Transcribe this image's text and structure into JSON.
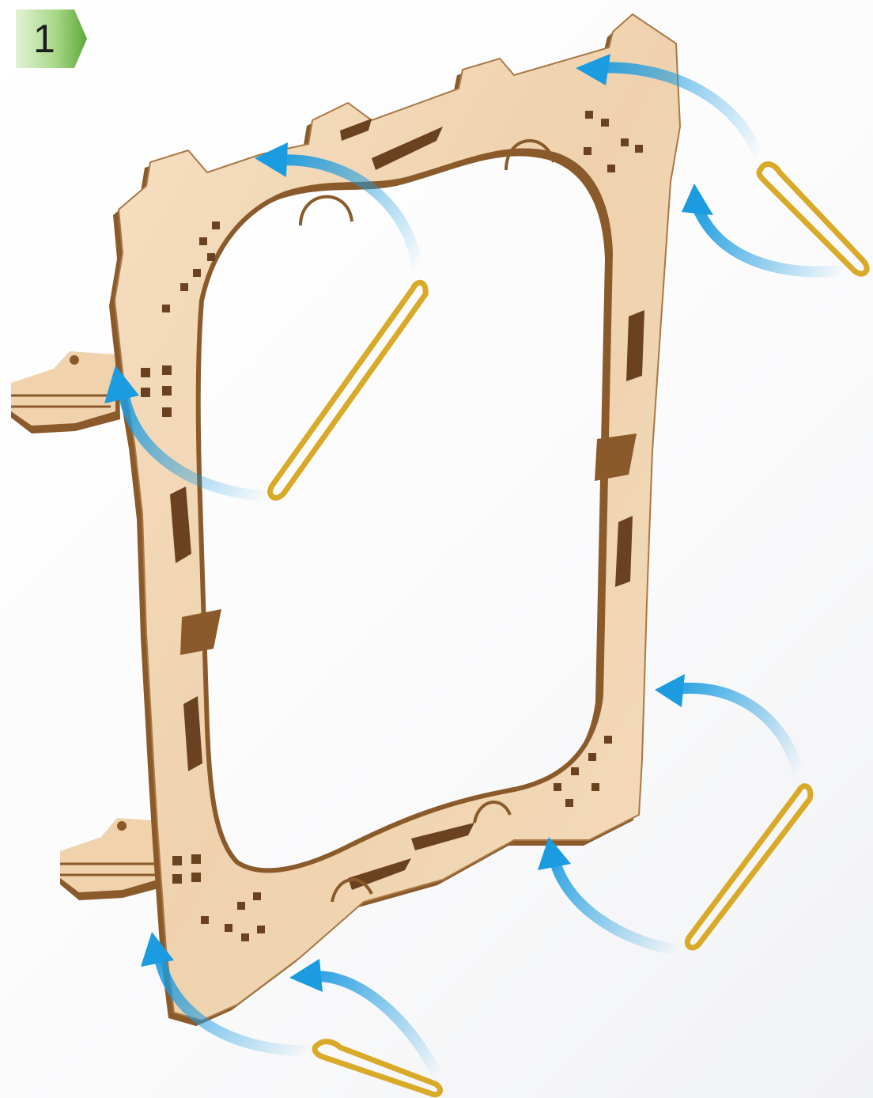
{
  "step": {
    "number": "1",
    "badge_colors": {
      "light": "#dff0cf",
      "dark": "#6fb24a"
    }
  },
  "illustration": {
    "part": "wooden-frame-panel",
    "wood_colors": {
      "face": "#f1d7b6",
      "edge": "#8a5a2b",
      "holes": "#6b4220"
    },
    "rubber_band_color": "#d9a928",
    "arrow_color": "#1b9be0",
    "rubber_band_count": 4,
    "arrow_count": 8
  }
}
